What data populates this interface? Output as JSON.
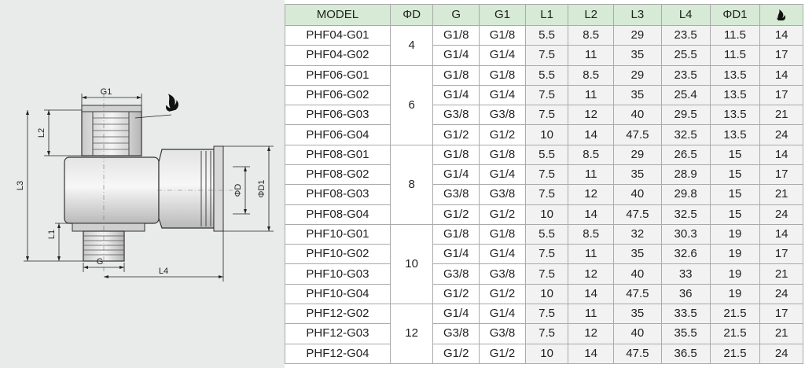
{
  "table": {
    "headers": [
      "MODEL",
      "ΦD",
      "G",
      "G1",
      "L1",
      "L2",
      "L3",
      "L4",
      "ΦD1"
    ],
    "last_header_icon": "flame-icon",
    "groups": [
      {
        "od": "4",
        "rows": [
          {
            "model": "PHF04-G01",
            "g": "G1/8",
            "g1": "G1/8",
            "l1": "5.5",
            "l2": "8.5",
            "l3": "29",
            "l4": "23.5",
            "od1": "11.5",
            "hex": "14"
          },
          {
            "model": "PHF04-G02",
            "g": "G1/4",
            "g1": "G1/4",
            "l1": "7.5",
            "l2": "11",
            "l3": "35",
            "l4": "25.5",
            "od1": "11.5",
            "hex": "17"
          }
        ]
      },
      {
        "od": "6",
        "rows": [
          {
            "model": "PHF06-G01",
            "g": "G1/8",
            "g1": "G1/8",
            "l1": "5.5",
            "l2": "8.5",
            "l3": "29",
            "l4": "23.5",
            "od1": "13.5",
            "hex": "14"
          },
          {
            "model": "PHF06-G02",
            "g": "G1/4",
            "g1": "G1/4",
            "l1": "7.5",
            "l2": "11",
            "l3": "35",
            "l4": "25.4",
            "od1": "13.5",
            "hex": "17"
          },
          {
            "model": "PHF06-G03",
            "g": "G3/8",
            "g1": "G3/8",
            "l1": "7.5",
            "l2": "12",
            "l3": "40",
            "l4": "29.5",
            "od1": "13.5",
            "hex": "21"
          },
          {
            "model": "PHF06-G04",
            "g": "G1/2",
            "g1": "G1/2",
            "l1": "10",
            "l2": "14",
            "l3": "47.5",
            "l4": "32.5",
            "od1": "13.5",
            "hex": "24"
          }
        ]
      },
      {
        "od": "8",
        "rows": [
          {
            "model": "PHF08-G01",
            "g": "G1/8",
            "g1": "G1/8",
            "l1": "5.5",
            "l2": "8.5",
            "l3": "29",
            "l4": "26.5",
            "od1": "15",
            "hex": "14"
          },
          {
            "model": "PHF08-G02",
            "g": "G1/4",
            "g1": "G1/4",
            "l1": "7.5",
            "l2": "11",
            "l3": "35",
            "l4": "28.9",
            "od1": "15",
            "hex": "17"
          },
          {
            "model": "PHF08-G03",
            "g": "G3/8",
            "g1": "G3/8",
            "l1": "7.5",
            "l2": "12",
            "l3": "40",
            "l4": "29.8",
            "od1": "15",
            "hex": "21"
          },
          {
            "model": "PHF08-G04",
            "g": "G1/2",
            "g1": "G1/2",
            "l1": "10",
            "l2": "14",
            "l3": "47.5",
            "l4": "32.5",
            "od1": "15",
            "hex": "24"
          }
        ]
      },
      {
        "od": "10",
        "rows": [
          {
            "model": "PHF10-G01",
            "g": "G1/8",
            "g1": "G1/8",
            "l1": "5.5",
            "l2": "8.5",
            "l3": "32",
            "l4": "30.3",
            "od1": "19",
            "hex": "14"
          },
          {
            "model": "PHF10-G02",
            "g": "G1/4",
            "g1": "G1/4",
            "l1": "7.5",
            "l2": "11",
            "l3": "35",
            "l4": "32.6",
            "od1": "19",
            "hex": "17"
          },
          {
            "model": "PHF10-G03",
            "g": "G3/8",
            "g1": "G3/8",
            "l1": "7.5",
            "l2": "12",
            "l3": "40",
            "l4": "33",
            "od1": "19",
            "hex": "21"
          },
          {
            "model": "PHF10-G04",
            "g": "G1/2",
            "g1": "G1/2",
            "l1": "10",
            "l2": "14",
            "l3": "47.5",
            "l4": "36",
            "od1": "19",
            "hex": "24"
          }
        ]
      },
      {
        "od": "12",
        "rows": [
          {
            "model": "PHF12-G02",
            "g": "G1/4",
            "g1": "G1/4",
            "l1": "7.5",
            "l2": "11",
            "l3": "35",
            "l4": "33.5",
            "od1": "21.5",
            "hex": "17"
          },
          {
            "model": "PHF12-G03",
            "g": "G3/8",
            "g1": "G3/8",
            "l1": "7.5",
            "l2": "12",
            "l3": "40",
            "l4": "35.5",
            "od1": "21.5",
            "hex": "21"
          },
          {
            "model": "PHF12-G04",
            "g": "G1/2",
            "g1": "G1/2",
            "l1": "10",
            "l2": "14",
            "l3": "47.5",
            "l4": "36.5",
            "od1": "21.5",
            "hex": "24"
          }
        ]
      }
    ]
  },
  "drawing": {
    "labels": {
      "g1": "G1",
      "l2": "L2",
      "l3": "L3",
      "l1": "L1",
      "g": "G",
      "l4": "L4",
      "od": "ΦD",
      "od1": "ΦD1"
    },
    "wrench_icon": "flame-icon"
  },
  "colors": {
    "header_bg": "#d6ead5",
    "grid": "#a9aaa9",
    "panel_bg": "#e9eaea"
  }
}
